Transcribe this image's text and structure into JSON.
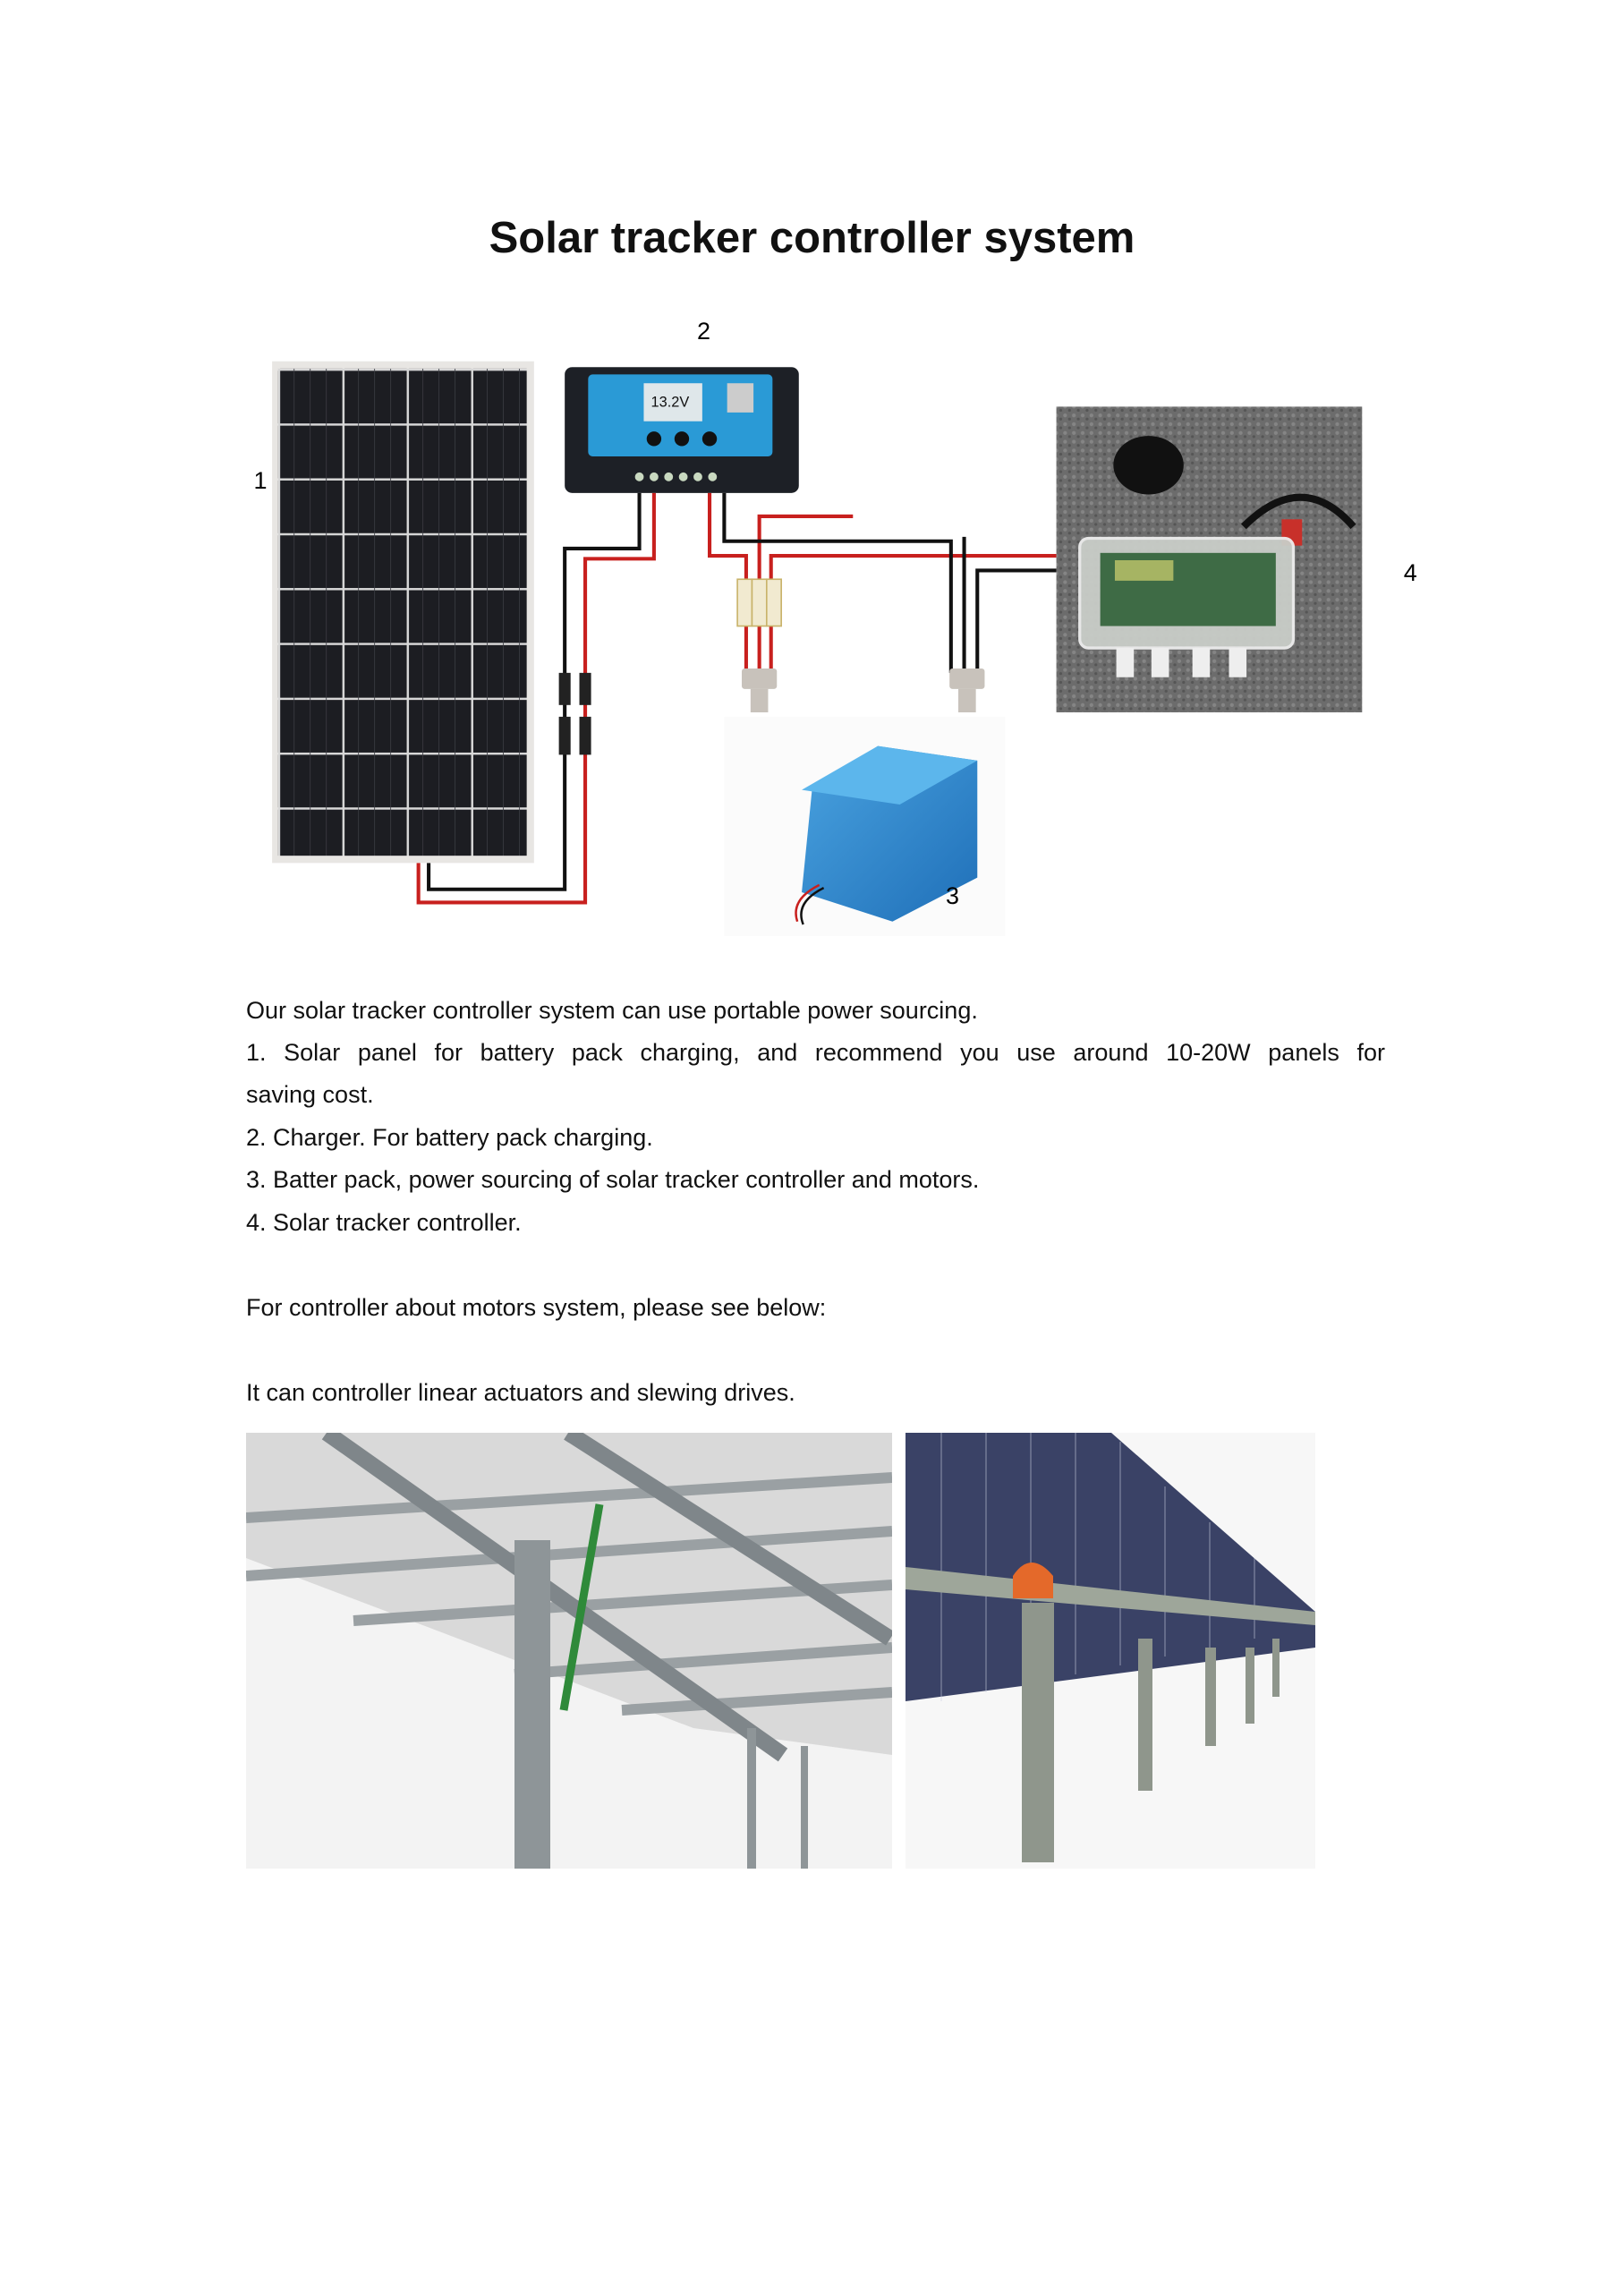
{
  "title": "Solar tracker controller system",
  "diagram": {
    "labels": {
      "panel": "1",
      "charger": "2",
      "battery": "3",
      "controller": "4"
    },
    "charger_display": "13.2V",
    "wire_colors": {
      "positive": "#c8201e",
      "negative": "#111111"
    }
  },
  "body": {
    "intro": "Our solar tracker controller system can use portable power sourcing.",
    "item1_line1": "1.  Solar panel for battery pack charging, and recommend you use around 10-20W panels for",
    "item1_line2": "saving cost.",
    "item2": "2.  Charger. For battery pack charging.",
    "item3": "3.  Batter pack, power sourcing of solar tracker controller and motors.",
    "item4": "4.  Solar tracker controller.",
    "motors_note": "For controller about motors system, please see below:",
    "drives_note": "It can controller linear actuators and slewing drives."
  }
}
